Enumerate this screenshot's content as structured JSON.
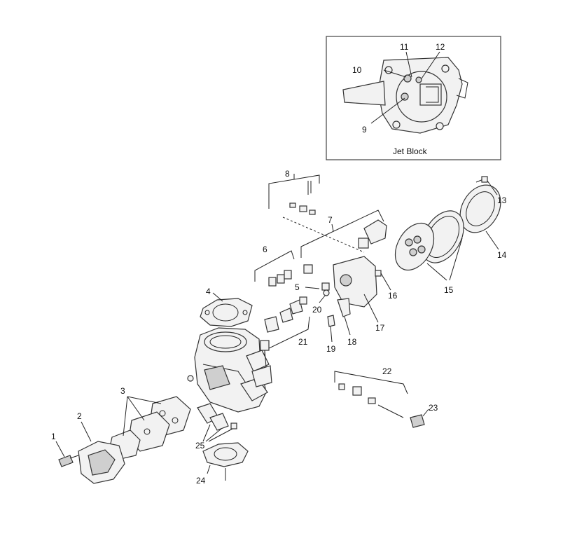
{
  "inset": {
    "title": "Jet Block"
  },
  "labels": {
    "l1": "1",
    "l2": "2",
    "l3": "3",
    "l4": "4",
    "l5": "5",
    "l6": "6",
    "l7": "7",
    "l8": "8",
    "l9": "9",
    "l10": "10",
    "l11": "11",
    "l12": "12",
    "l13": "13",
    "l14": "14",
    "l15": "15",
    "l16": "16",
    "l17": "17",
    "l18": "18",
    "l19": "19",
    "l20": "20",
    "l21": "21",
    "l22": "22",
    "l23": "23",
    "l24": "24",
    "l25": "25"
  }
}
